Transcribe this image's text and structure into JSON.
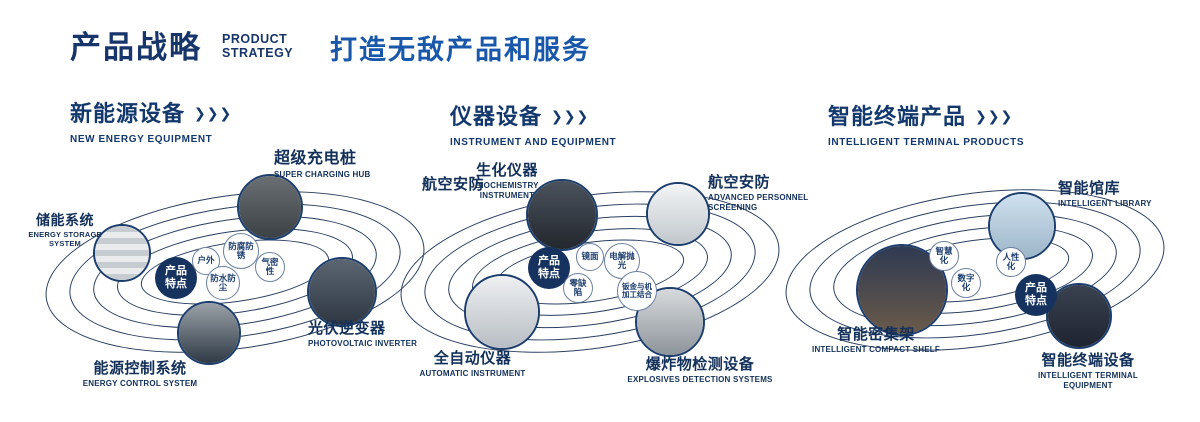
{
  "header": {
    "title": "产品战略",
    "subtitle_line1": "PRODUCT",
    "subtitle_line2": "STRATEGY",
    "slogan": "打造无敌产品和服务"
  },
  "icons": {
    "triple_chevron": "❯❯❯"
  },
  "colors": {
    "navy": "#16356b",
    "blue": "#1857aa",
    "orbit_line": "#2a3f61",
    "badge_bg": "#16335f"
  },
  "sections": [
    {
      "title": "新能源设备",
      "subtitle": "NEW ENERGY EQUIPMENT",
      "badge_line1": "产品",
      "badge_line2": "特点",
      "features": [
        {
          "label": "户外"
        },
        {
          "label": "防腐防锈"
        },
        {
          "label": "气密性"
        },
        {
          "label": "防水防尘"
        }
      ],
      "products": [
        {
          "name": "储能系统",
          "en": "ENERGY STORAGE SYSTEM"
        },
        {
          "name": "超级充电桩",
          "en": "SUPER CHARGING HUB"
        },
        {
          "name": "光伏逆变器",
          "en": "PHOTOVOLTAIC INVERTER"
        },
        {
          "name": "能源控制系统",
          "en": "ENERGY CONTROL SYSTEM"
        }
      ]
    },
    {
      "title": "仪器设备",
      "subtitle": "INSTRUMENT AND EQUIPMENT",
      "badge_line1": "产品",
      "badge_line2": "特点",
      "extra_label": "航空安防",
      "features": [
        {
          "label": "镜面"
        },
        {
          "label": "电解抛光"
        },
        {
          "label": "零缺陷"
        },
        {
          "label": "钣金与机加工结合"
        }
      ],
      "products": [
        {
          "name": "生化仪器",
          "en": "BIOCHEMISTRY INSTRUMENT"
        },
        {
          "name": "航空安防",
          "en": "ADVANCED PERSONNEL SCREENING"
        },
        {
          "name": "全自动仪器",
          "en": "AUTOMATIC INSTRUMENT"
        },
        {
          "name": "爆炸物检测设备",
          "en": "EXPLOSIVES DETECTION SYSTEMS"
        }
      ]
    },
    {
      "title": "智能终端产品",
      "subtitle": "INTELLIGENT TERMINAL PRODUCTS",
      "badge_line1": "产品",
      "badge_line2": "特点",
      "features": [
        {
          "label": "智慧化"
        },
        {
          "label": "人性化"
        },
        {
          "label": "数字化"
        }
      ],
      "products": [
        {
          "name": "智能馆库",
          "en": "INTELLIGENT LIBRARY"
        },
        {
          "name": "智能密集架",
          "en": "INTELLIGENT COMPACT SHELF"
        },
        {
          "name": "智能终端设备",
          "en": "INTELLIGENT TERMINAL EQUIPMENT"
        }
      ]
    }
  ]
}
